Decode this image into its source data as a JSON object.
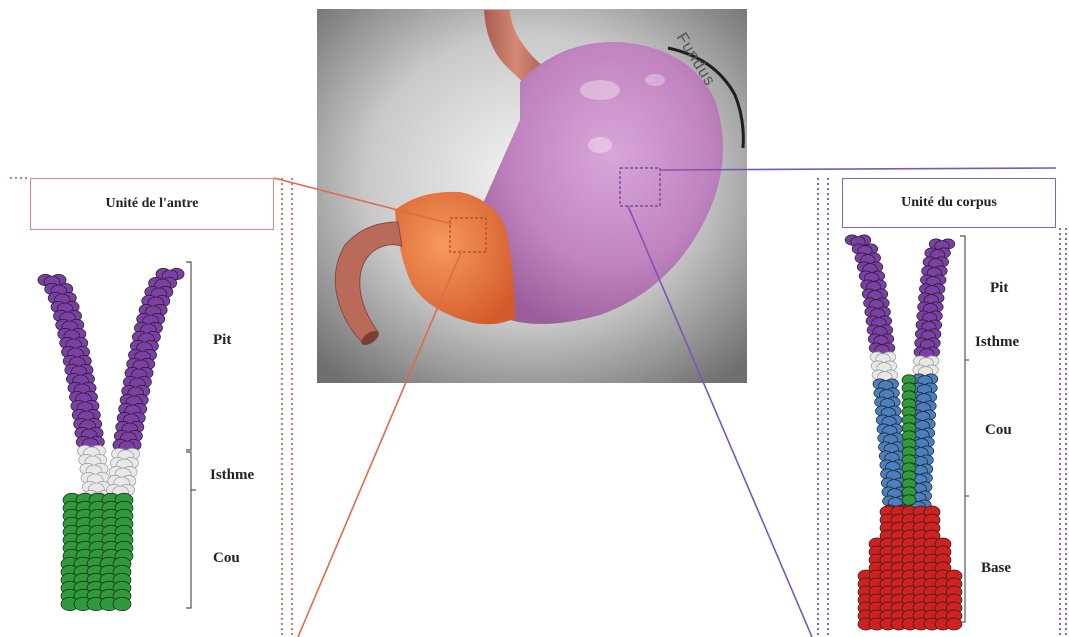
{
  "center": {
    "fundus_label": "Fundus"
  },
  "antre_panel": {
    "title": "Unité de  l'antre",
    "zones": [
      "Pit",
      "Isthme",
      "Cou"
    ]
  },
  "corpus_panel": {
    "title": "Unité du corpus",
    "zones": [
      "Pit",
      "Isthme",
      "Cou",
      "Base"
    ]
  },
  "colors": {
    "pit": "#7b3fa6",
    "isthme": "#e8e8e8",
    "cou_antre": "#2e9a3a",
    "cou_corpus_blue": "#4a7fc0",
    "cou_corpus_green": "#2e9a3a",
    "base": "#d0201f",
    "stomach": "#c688c4",
    "antrum": "#e8763e",
    "antre_link": "#e06a4a",
    "corpus_link": "#7d56b5"
  }
}
